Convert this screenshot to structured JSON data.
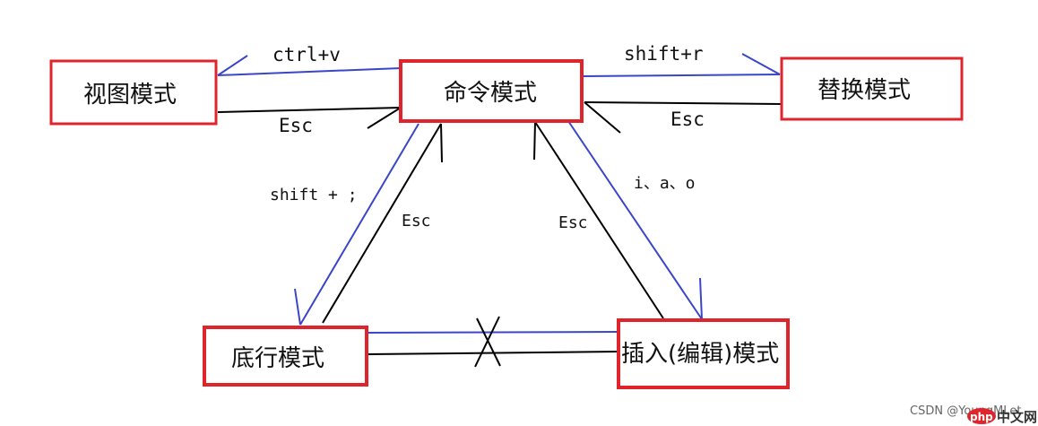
{
  "nodes": {
    "view": "视图模式",
    "command": "命令模式",
    "replace": "替换模式",
    "bottom": "底行模式",
    "insert": "插入(编辑)模式"
  },
  "edge_labels": {
    "ctrl_v": "ctrl+v",
    "shift_r": "shift+r",
    "esc_view": "Esc",
    "esc_replace": "Esc",
    "shift_semicolon": "shift + ;",
    "esc_bottom": "Esc",
    "i_a_o": "i、a、o",
    "esc_insert": "Esc"
  },
  "watermark": {
    "csdn": "CSDN @YoungMLet",
    "php_badge": "php",
    "php_cn": "中文网"
  },
  "colors": {
    "box_border": "#e0242b",
    "blue_arrow": "#3a46c8",
    "black_arrow": "#000000"
  }
}
